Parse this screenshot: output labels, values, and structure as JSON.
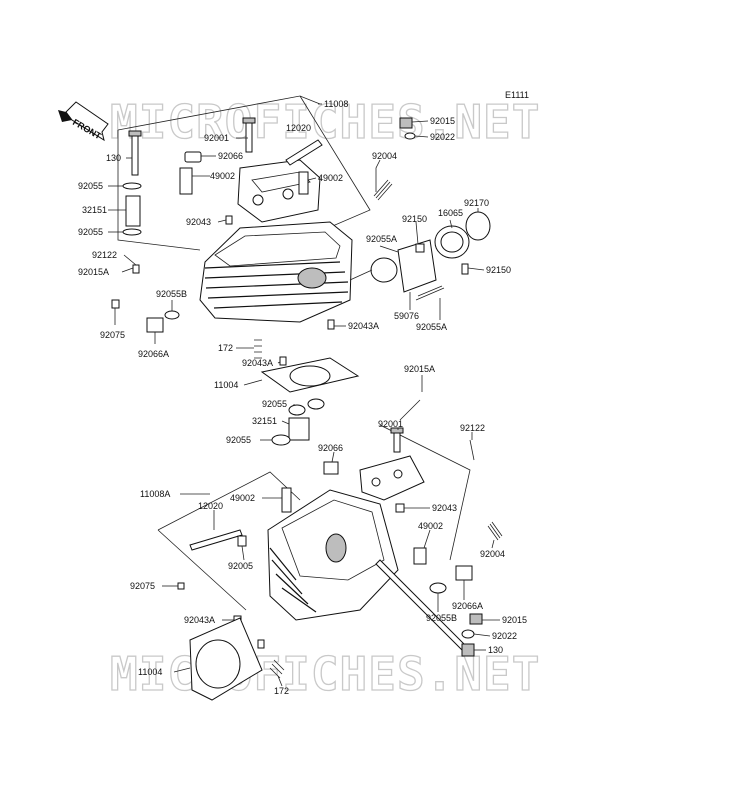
{
  "diagram": {
    "code": "E1111",
    "front_label": "FRONT",
    "watermark": "MICROFICHES.NET",
    "labels": [
      {
        "id": "11008",
        "text": "11008"
      },
      {
        "id": "92015_t",
        "text": "92015"
      },
      {
        "id": "92022_t",
        "text": "92022"
      },
      {
        "id": "92001_t",
        "text": "92001"
      },
      {
        "id": "12020_t",
        "text": "12020"
      },
      {
        "id": "130_t",
        "text": "130"
      },
      {
        "id": "92066_t",
        "text": "92066"
      },
      {
        "id": "92004_t",
        "text": "92004"
      },
      {
        "id": "49002_tl",
        "text": "49002"
      },
      {
        "id": "49002_tr",
        "text": "49002"
      },
      {
        "id": "92055_t1",
        "text": "92055"
      },
      {
        "id": "32151_t",
        "text": "32151"
      },
      {
        "id": "92043_t",
        "text": "92043"
      },
      {
        "id": "92150_t1",
        "text": "92150"
      },
      {
        "id": "16065_t",
        "text": "16065"
      },
      {
        "id": "92170_t",
        "text": "92170"
      },
      {
        "id": "92055_t2",
        "text": "92055"
      },
      {
        "id": "92055A_t1",
        "text": "92055A"
      },
      {
        "id": "92122_t",
        "text": "92122"
      },
      {
        "id": "92015A_t",
        "text": "92015A"
      },
      {
        "id": "92150_t2",
        "text": "92150"
      },
      {
        "id": "92055B_t",
        "text": "92055B"
      },
      {
        "id": "59076_t",
        "text": "59076"
      },
      {
        "id": "92055A_t2",
        "text": "92055A"
      },
      {
        "id": "92075_t",
        "text": "92075"
      },
      {
        "id": "92043A_t1",
        "text": "92043A"
      },
      {
        "id": "92066A_t",
        "text": "92066A"
      },
      {
        "id": "172_t",
        "text": "172"
      },
      {
        "id": "92043A_t2",
        "text": "92043A"
      },
      {
        "id": "11004_t",
        "text": "11004"
      },
      {
        "id": "92015A_b",
        "text": "92015A"
      },
      {
        "id": "92055_b1",
        "text": "92055"
      },
      {
        "id": "32151_b",
        "text": "32151"
      },
      {
        "id": "92001_b",
        "text": "92001"
      },
      {
        "id": "92122_b",
        "text": "92122"
      },
      {
        "id": "92055_b2",
        "text": "92055"
      },
      {
        "id": "92066_b",
        "text": "92066"
      },
      {
        "id": "11008A_b",
        "text": "11008A"
      },
      {
        "id": "49002_bl",
        "text": "49002"
      },
      {
        "id": "92043_b",
        "text": "92043"
      },
      {
        "id": "12020_b",
        "text": "12020"
      },
      {
        "id": "49002_br",
        "text": "49002"
      },
      {
        "id": "92005_b",
        "text": "92005"
      },
      {
        "id": "92004_b",
        "text": "92004"
      },
      {
        "id": "92075_b",
        "text": "92075"
      },
      {
        "id": "92066A_b",
        "text": "92066A"
      },
      {
        "id": "92043A_b",
        "text": "92043A"
      },
      {
        "id": "92055B_b",
        "text": "92055B"
      },
      {
        "id": "92015_b",
        "text": "92015"
      },
      {
        "id": "92022_b",
        "text": "92022"
      },
      {
        "id": "130_b",
        "text": "130"
      },
      {
        "id": "11004_b",
        "text": "11004"
      },
      {
        "id": "172_b",
        "text": "172"
      }
    ]
  }
}
